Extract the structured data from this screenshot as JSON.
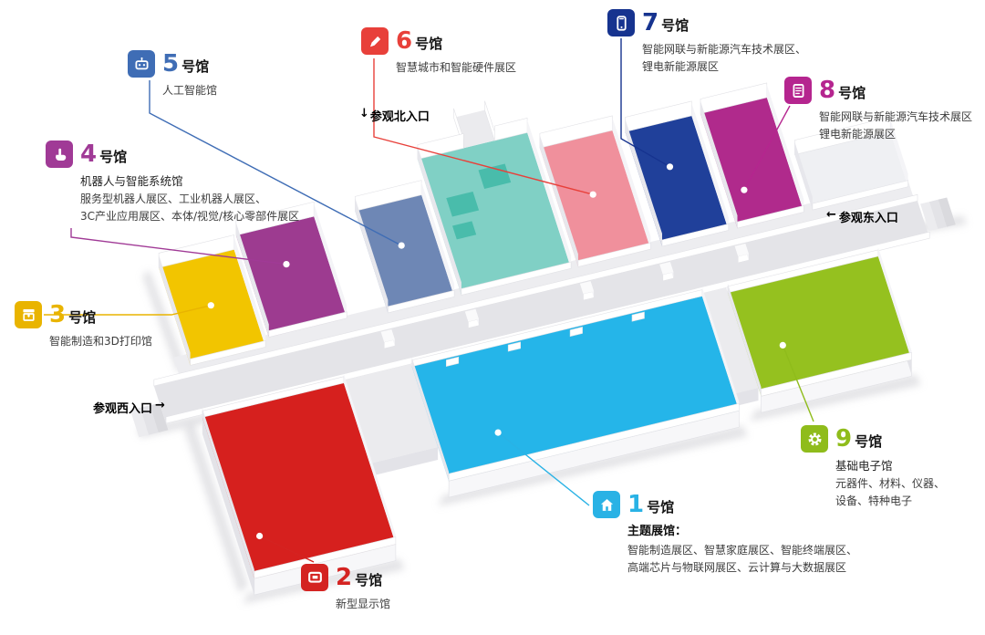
{
  "halls": [
    {
      "key": "h1",
      "num": "1",
      "unit": "号馆",
      "color": "#29b2e5",
      "floor": "#25b5e9",
      "icon": "home-icon",
      "title": "主题展馆：",
      "desc": [
        "智能制造展区、智慧家庭展区、智能终端展区、",
        "高端芯片与物联网展区、云计算与大数据展区"
      ]
    },
    {
      "key": "h2",
      "num": "2",
      "unit": "号馆",
      "color": "#d42321",
      "floor": "#d6201e",
      "icon": "display-icon",
      "desc": [
        "新型显示馆"
      ]
    },
    {
      "key": "h3",
      "num": "3",
      "unit": "号馆",
      "color": "#e9b400",
      "floor": "#f2c500",
      "icon": "printer-icon",
      "desc": [
        "智能制造和3D打印馆"
      ]
    },
    {
      "key": "h4",
      "num": "4",
      "unit": "号馆",
      "color": "#a03a96",
      "floor": "#9d3b90",
      "icon": "hand-icon",
      "title": "机器人与智能系统馆",
      "desc": [
        "服务型机器人展区、工业机器人展区、",
        "3C产业应用展区、本体/视觉/核心零部件展区"
      ]
    },
    {
      "key": "h5",
      "num": "5",
      "unit": "号馆",
      "color": "#3f6db5",
      "floor": "#6e87b5",
      "icon": "robot-icon",
      "desc": [
        "人工智能馆"
      ]
    },
    {
      "key": "h6",
      "num": "6",
      "unit": "号馆",
      "color": "#e8403a",
      "floor": "#f0909c",
      "icon": "pen-icon",
      "desc": [
        "智慧城市和智能硬件展区"
      ]
    },
    {
      "key": "h7",
      "num": "7",
      "unit": "号馆",
      "color": "#16338f",
      "floor": "#20409a",
      "icon": "phone-icon",
      "desc": [
        "智能网联与新能源汽车技术展区、",
        "锂电新能源展区"
      ]
    },
    {
      "key": "h8",
      "num": "8",
      "unit": "号馆",
      "color": "#b5258f",
      "floor": "#b02a8c",
      "icon": "document-icon",
      "desc": [
        "智能网联与新能源汽车技术展区",
        "锂电新能源展区"
      ]
    },
    {
      "key": "h9",
      "num": "9",
      "unit": "号馆",
      "color": "#8fbc1b",
      "floor": "#95c11f",
      "icon": "gear-icon",
      "title": "基础电子馆",
      "desc": [
        "元器件、材料、仪器、",
        "设备、特种电子"
      ]
    }
  ],
  "entrances": {
    "north": {
      "arrow": "↓",
      "label": "参观北入口"
    },
    "east": {
      "arrow": "←",
      "label": "参观东入口"
    },
    "west": {
      "arrow": "→",
      "label": "参观西入口"
    }
  },
  "map_colors": {
    "wall": "#ffffff",
    "wall_shade": "#e7e7ec",
    "wall_light": "#f4f4f7",
    "corridor": "#e4e4e8",
    "apron": "#ebebee",
    "north_strip": "#ededf0",
    "facade_front": "#f7f7f9",
    "facade_side": "#e3e3e8",
    "teal": "#80d0c5",
    "teal_dark": "#49bcab",
    "service": "#eff0f3",
    "shadow": "#c9c9cf",
    "step1": "#ececef",
    "step2": "#e3e3e7",
    "step3": "#dadade"
  }
}
